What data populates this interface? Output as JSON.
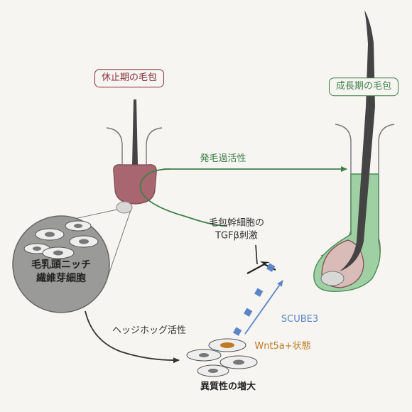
{
  "labels": {
    "telogen_follicle": "休止期の毛包",
    "anagen_follicle": "成長期の毛包",
    "hair_growth_activation": "発毛過活性",
    "hfsc_tgfb_line1": "毛包幹細胞の",
    "hfsc_tgfb_line2": "TGFβ刺激",
    "dp_niche_line1": "毛乳頭ニッチ",
    "dp_niche_line2": "繊維芽細胞",
    "hedgehog_activation": "ヘッジホッグ活性",
    "scube3": "SCUBE3",
    "wnt5a_state": "Wnt5a+状態",
    "heterogeneity_increase": "異質性の増大"
  },
  "colors": {
    "red": "#8a2f3a",
    "green": "#3f8048",
    "blue": "#5a85c8",
    "orange": "#c07a22",
    "dark": "#333333",
    "pink": "#a86770",
    "light_green": "#9fd0a3"
  }
}
